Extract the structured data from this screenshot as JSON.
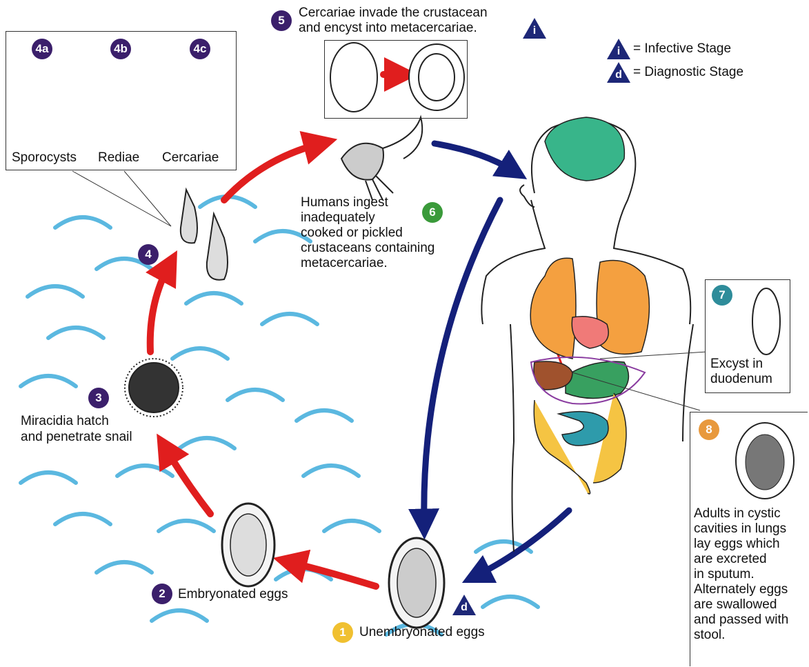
{
  "colors": {
    "badge_dark": "#3b1f6b",
    "badge_green": "#3a9a3a",
    "badge_teal": "#2e8c9a",
    "badge_orange": "#e8993d",
    "badge_yellow": "#f0c030",
    "arrow_red": "#e01e1e",
    "arrow_blue": "#14207a",
    "water": "#5bb8e0",
    "lungs": "#f4a040",
    "brain": "#38b58a",
    "intestine_yellow": "#f5c443",
    "intestine_teal": "#2e9bab",
    "heart": "#f07a78"
  },
  "legend": {
    "infective_symbol": "i",
    "infective_label": "= Infective Stage",
    "diagnostic_symbol": "d",
    "diagnostic_label": "= Diagnostic Stage"
  },
  "stages": {
    "s1": {
      "badge": "1",
      "label": "Unembryonated eggs",
      "marker": "d"
    },
    "s2": {
      "badge": "2",
      "label": "Embryonated eggs"
    },
    "s3": {
      "badge": "3",
      "label_line1": "Miracidia hatch",
      "label_line2": "and penetrate snail"
    },
    "s4": {
      "badge": "4"
    },
    "s4a": {
      "badge": "4a",
      "label": "Sporocysts"
    },
    "s4b": {
      "badge": "4b",
      "label": "Rediae"
    },
    "s4c": {
      "badge": "4c",
      "label": "Cercariae"
    },
    "s5": {
      "badge": "5",
      "label_line1": "Cercariae invade the crustacean",
      "label_line2": "and encyst into metacercariae.",
      "marker": "i"
    },
    "s6": {
      "badge": "6",
      "lines": [
        "Humans ingest",
        "inadequately",
        "cooked or pickled",
        "crustaceans containing",
        "metacercariae."
      ]
    },
    "s7": {
      "badge": "7",
      "label_line1": "Excyst in",
      "label_line2": "duodenum"
    },
    "s8": {
      "badge": "8",
      "lines": [
        "Adults in cystic",
        "cavities in lungs",
        "lay eggs which",
        "are excreted",
        "in sputum.",
        "Alternately eggs",
        "are swallowed",
        "and passed with",
        "stool."
      ]
    }
  }
}
